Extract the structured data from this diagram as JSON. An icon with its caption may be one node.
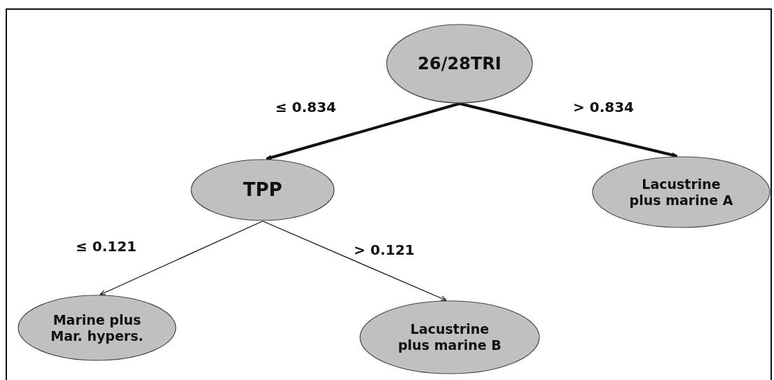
{
  "diagram": {
    "nodes": [
      {
        "text": [
          "26/28TRI"
        ]
      },
      {
        "text": [
          "TPP"
        ]
      },
      {
        "text": [
          "Lacustrine plus marine A"
        ]
      },
      {
        "text": [
          "Marine plus Mar. hypers."
        ]
      },
      {
        "text": [
          "Lacustrine plus marine B"
        ]
      }
    ],
    "edges": [
      {
        "from": 0,
        "to": 1,
        "arrow": "to",
        "label": "≤ 0.834",
        "style": "thick"
      },
      {
        "from": 0,
        "to": 2,
        "arrow": "to",
        "label": "> 0.834",
        "style": "thick"
      },
      {
        "from": 1,
        "to": 3,
        "arrow": "to",
        "label": "≤ 0.121"
      },
      {
        "from": 1,
        "to": 4,
        "arrow": "to",
        "label": "> 0.121"
      }
    ]
  }
}
